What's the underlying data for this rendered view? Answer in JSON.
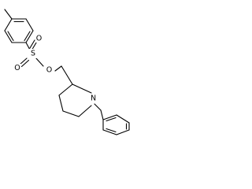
{
  "diagram": {
    "type": "chemical-structure",
    "atom_labels": {
      "sulfur": "S",
      "oxygen_top": "O",
      "oxygen_bottom": "O",
      "oxygen_ester": "O",
      "nitrogen": "N"
    },
    "colors": {
      "bond": "#000000",
      "label": "#000000",
      "background": "#ffffff"
    }
  }
}
